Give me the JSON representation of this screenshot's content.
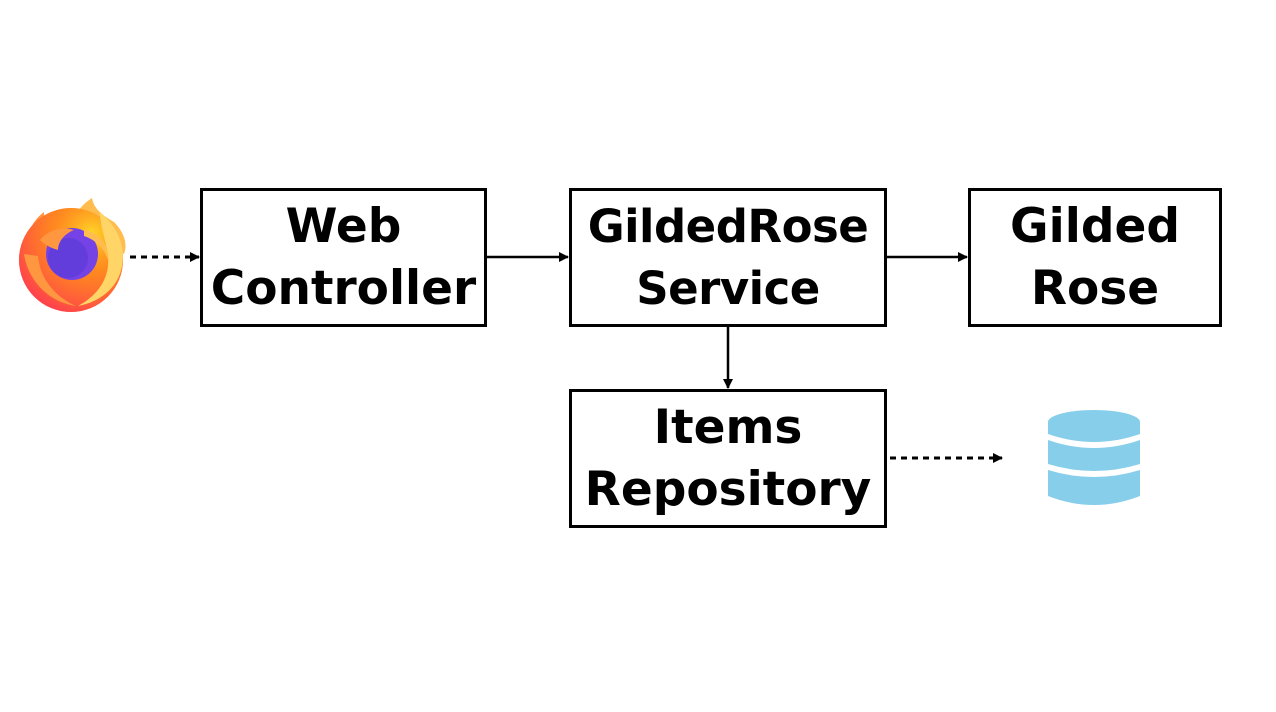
{
  "diagram": {
    "nodes": {
      "web_controller": {
        "line1": "Web",
        "line2": "Controller"
      },
      "gildedrose_service": {
        "line1": "GildedRose",
        "line2": "Service"
      },
      "gilded_rose": {
        "line1": "Gilded",
        "line2": "Rose"
      },
      "items_repository": {
        "line1": "Items",
        "line2": "Repository"
      }
    },
    "icons": {
      "browser": "firefox-icon",
      "database": "database-icon"
    },
    "edges": [
      {
        "from": "browser",
        "to": "web_controller",
        "style": "dashed"
      },
      {
        "from": "web_controller",
        "to": "gildedrose_service",
        "style": "solid"
      },
      {
        "from": "gildedrose_service",
        "to": "gilded_rose",
        "style": "solid"
      },
      {
        "from": "gildedrose_service",
        "to": "items_repository",
        "style": "solid"
      },
      {
        "from": "items_repository",
        "to": "database",
        "style": "dashed"
      }
    ],
    "colors": {
      "stroke": "#000000",
      "database": "#87CEEB",
      "firefox_orange": "#FF7139",
      "firefox_yellow": "#FFD567",
      "firefox_purple": "#7542E5"
    }
  }
}
